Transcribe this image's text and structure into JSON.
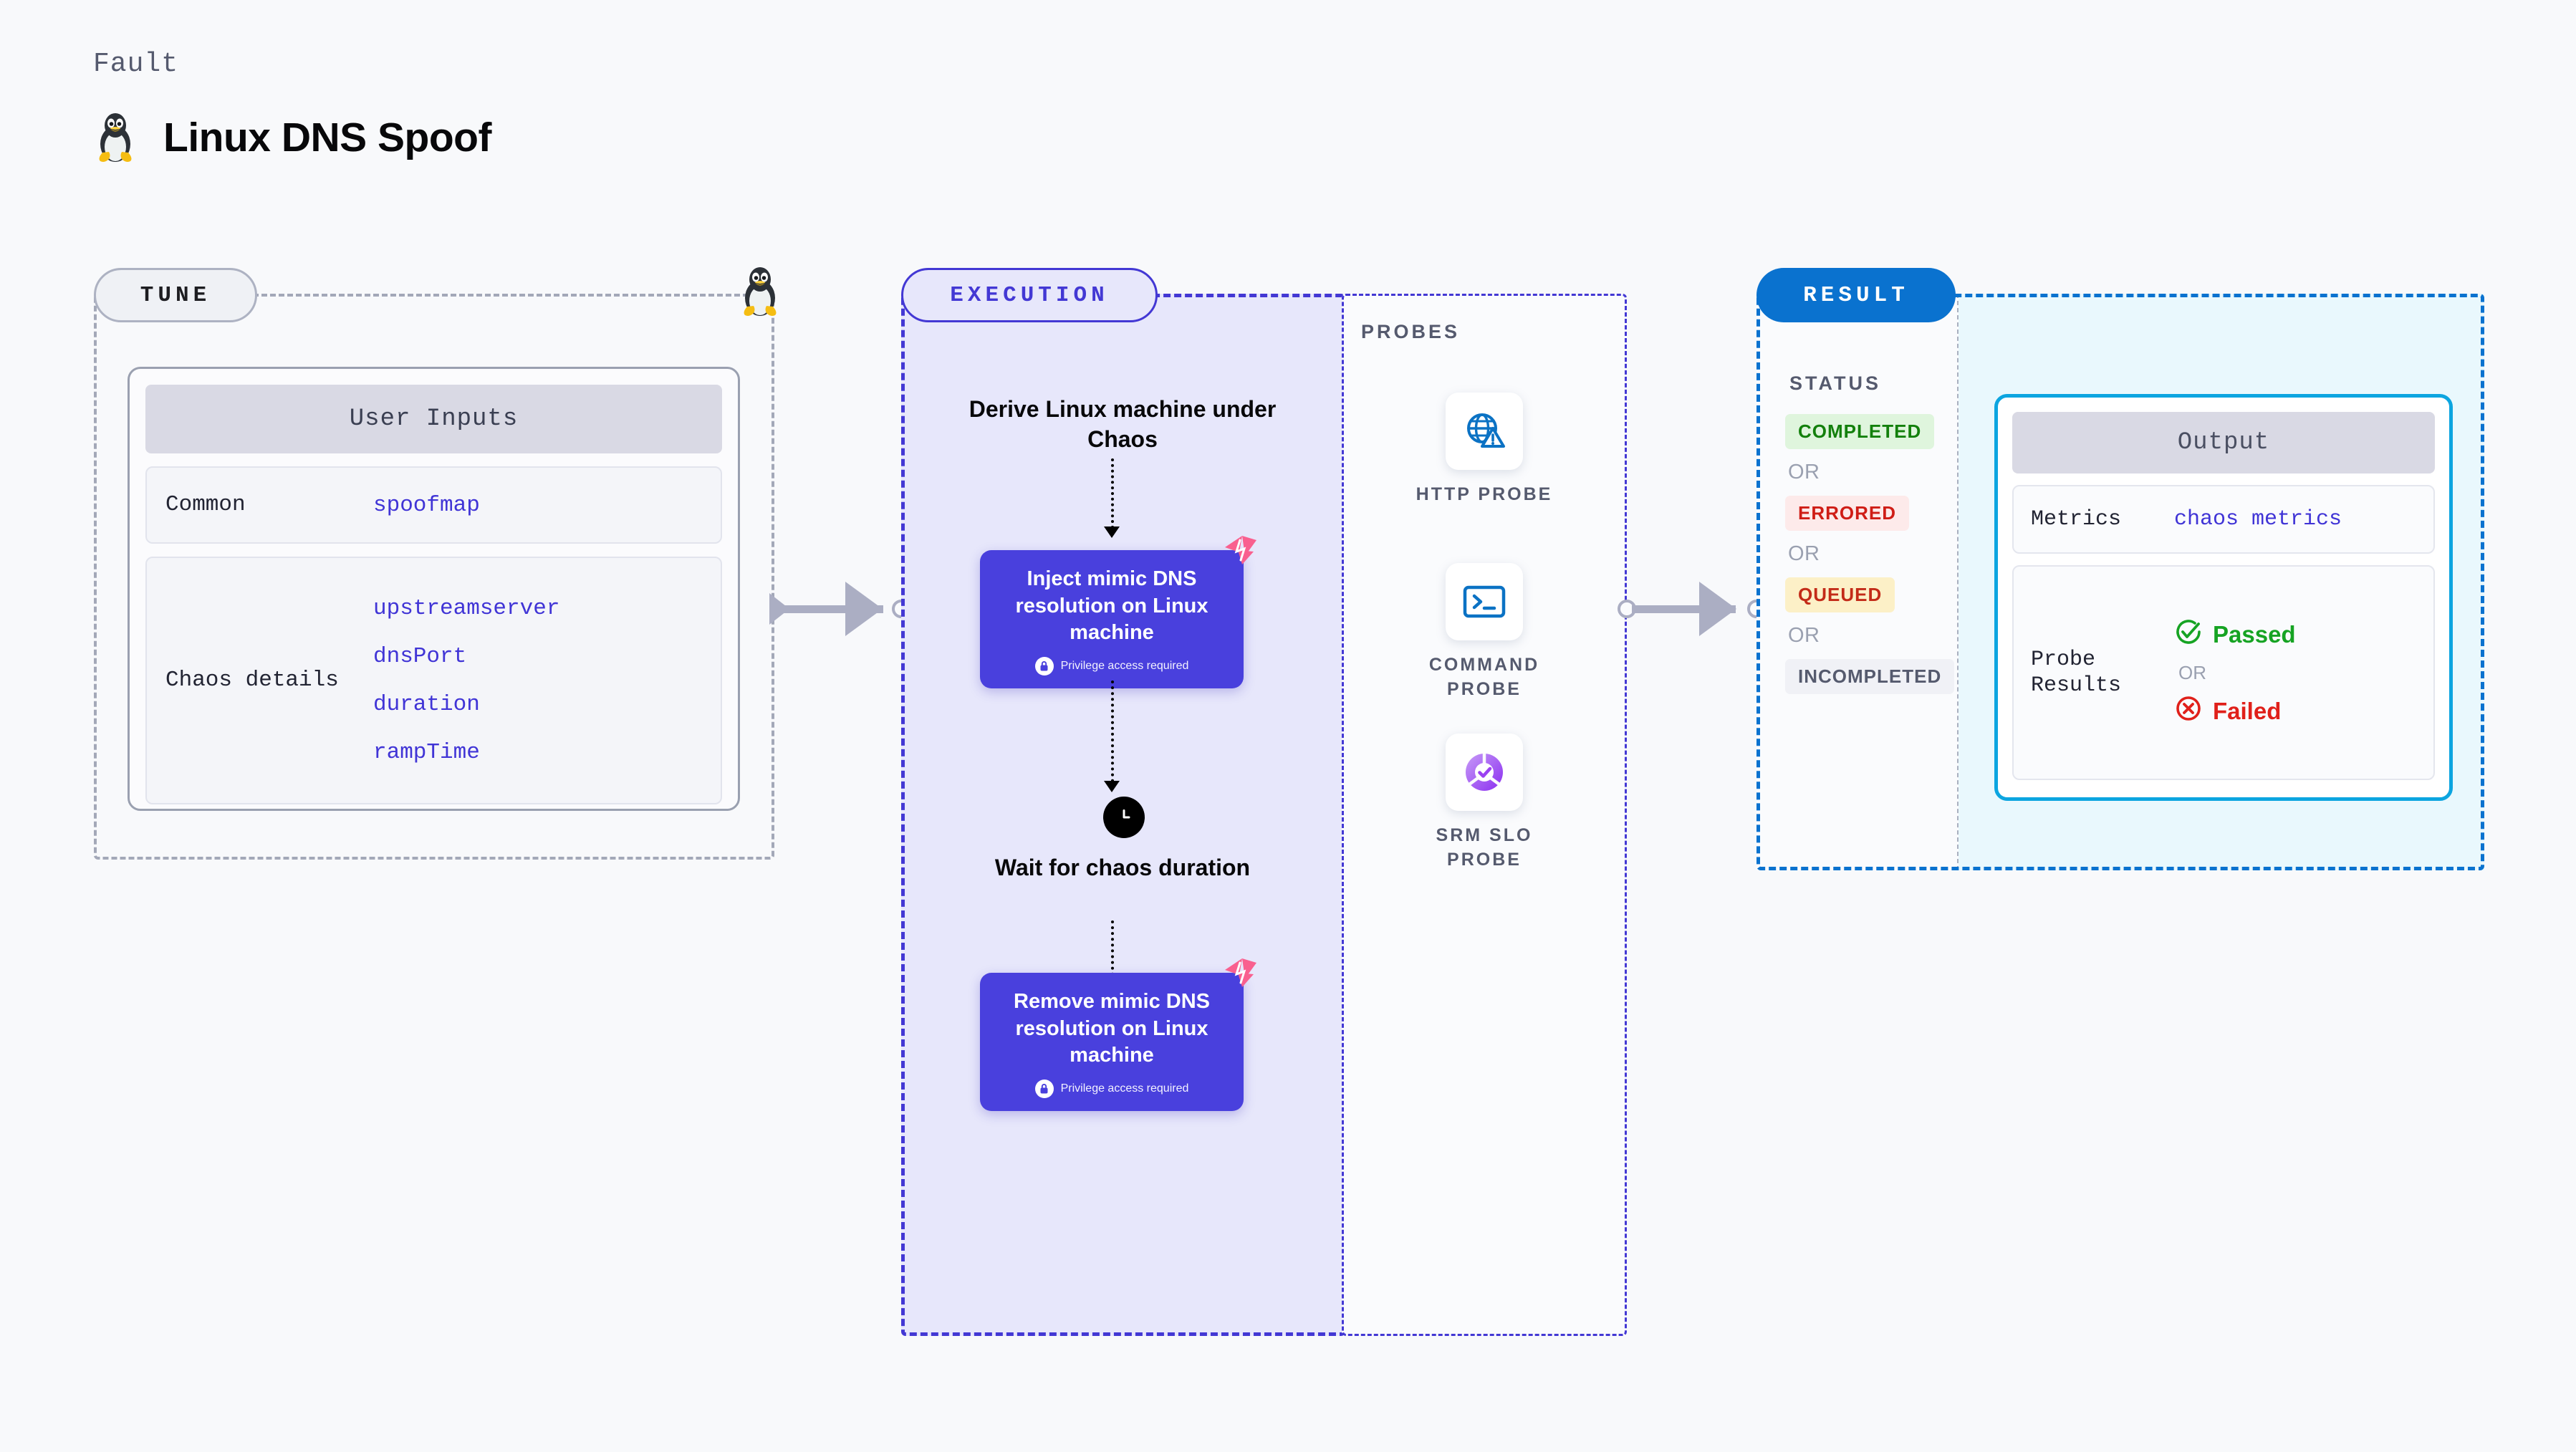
{
  "header": {
    "kicker": "Fault",
    "title": "Linux DNS Spoof",
    "icon": "linux-tux-penguin-icon"
  },
  "tune": {
    "pill_label": "TUNE",
    "card_title": "User Inputs",
    "groups": [
      {
        "label": "Common",
        "values": [
          "spoofmap"
        ]
      },
      {
        "label": "Chaos details",
        "values": [
          "upstreamserver",
          "dnsPort",
          "duration",
          "rampTime"
        ]
      }
    ],
    "corner_icon": "linux-tux-penguin-icon"
  },
  "execution": {
    "pill_label": "EXECUTION",
    "step_derive": "Derive Linux machine under Chaos",
    "node_inject": {
      "title": "Inject mimic DNS resolution on Linux machine",
      "privilege": "Privilege access required",
      "badge_icon": "litmus-chaos-logo-icon",
      "lock_icon": "lock-icon"
    },
    "wait_step": {
      "icon": "clock-icon",
      "label": "Wait for chaos duration"
    },
    "node_remove": {
      "title": "Remove mimic DNS resolution on Linux machine",
      "privilege": "Privilege access required",
      "badge_icon": "litmus-chaos-logo-icon",
      "lock_icon": "lock-icon"
    }
  },
  "probes": {
    "title": "PROBES",
    "items": [
      {
        "label": "HTTP PROBE",
        "icon": "globe-warning-icon"
      },
      {
        "label": "COMMAND PROBE",
        "icon": "terminal-icon"
      },
      {
        "label": "SRM SLO PROBE",
        "icon": "slo-donut-check-icon"
      }
    ]
  },
  "result": {
    "pill_label": "RESULT",
    "status_title": "STATUS",
    "or_label": "OR",
    "statuses": [
      {
        "label": "COMPLETED",
        "bg": "#dff5dd",
        "color": "#13800c"
      },
      {
        "label": "ERRORED",
        "bg": "#fdeaea",
        "color": "#cf1d16"
      },
      {
        "label": "QUEUED",
        "bg": "#fcf0c7",
        "color": "#c32b18"
      },
      {
        "label": "INCOMPLETED",
        "bg": "#f0f1f6",
        "color": "#555a6e"
      }
    ],
    "output": {
      "title": "Output",
      "metrics_label": "Metrics",
      "metrics_value": "chaos metrics",
      "probe_results_label": "Probe Results",
      "or_label": "OR",
      "passed": {
        "label": "Passed",
        "color": "#16a323",
        "icon": "check-circle-icon"
      },
      "failed": {
        "label": "Failed",
        "color": "#e0201a",
        "icon": "x-circle-icon"
      }
    }
  },
  "colors": {
    "background": "#f8f9fb",
    "execution_accent": "#4338d4",
    "execution_fill": "#e7e7fb",
    "result_accent": "#0a72cf",
    "result_fill": "#e9f8fd",
    "node_purple": "#4940dd",
    "litmus_pink": "#f9608f",
    "mono_value": "#4034d6",
    "connector_gray": "#abaec3"
  }
}
